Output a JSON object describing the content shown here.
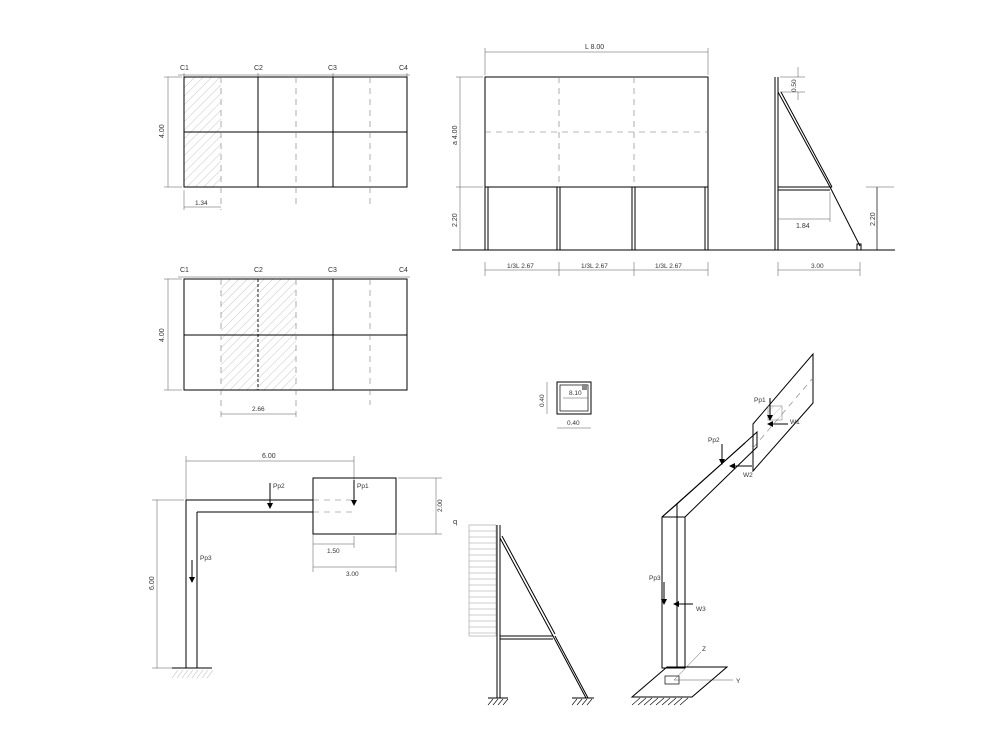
{
  "plan1": {
    "cols": [
      "C1",
      "C2",
      "C3",
      "C4"
    ],
    "height_dim": "4.00",
    "tributary_dim": "1.34"
  },
  "plan2": {
    "cols": [
      "C1",
      "C2",
      "C3",
      "C4"
    ],
    "height_dim": "4.00",
    "tributary_dim": "2.66"
  },
  "elevation": {
    "length_dim": "L 8.00",
    "panel_dim": "a 4.00",
    "post_dim": "2.20",
    "bay_dims": [
      "1/3L 2.67",
      "1/3L 2.67",
      "1/3L 2.67"
    ]
  },
  "side_view": {
    "top_dim": "0.50",
    "brace_dim": "1.84",
    "height_dim": "2.20",
    "base_dim": "3.00"
  },
  "section": {
    "height_dim": "0.40",
    "width_dim": "0.40",
    "thickness": "8.10"
  },
  "frame": {
    "span_dim": "6.00",
    "height_dim": "6.00",
    "panel_h_dim": "2.00",
    "half_dim": "1.50",
    "panel_w_dim": "3.00",
    "loads": [
      "Pp1",
      "Pp2",
      "Pp3"
    ]
  },
  "wind_model": {
    "load_label": "q"
  },
  "iso": {
    "loads": [
      "Pp1",
      "Pp2",
      "Pp3",
      "W1",
      "W2",
      "W3"
    ],
    "axes": [
      "Z",
      "Y"
    ]
  },
  "colors": {
    "line": "#000000",
    "dim": "#555555",
    "hatch": "#aaaaaa"
  }
}
